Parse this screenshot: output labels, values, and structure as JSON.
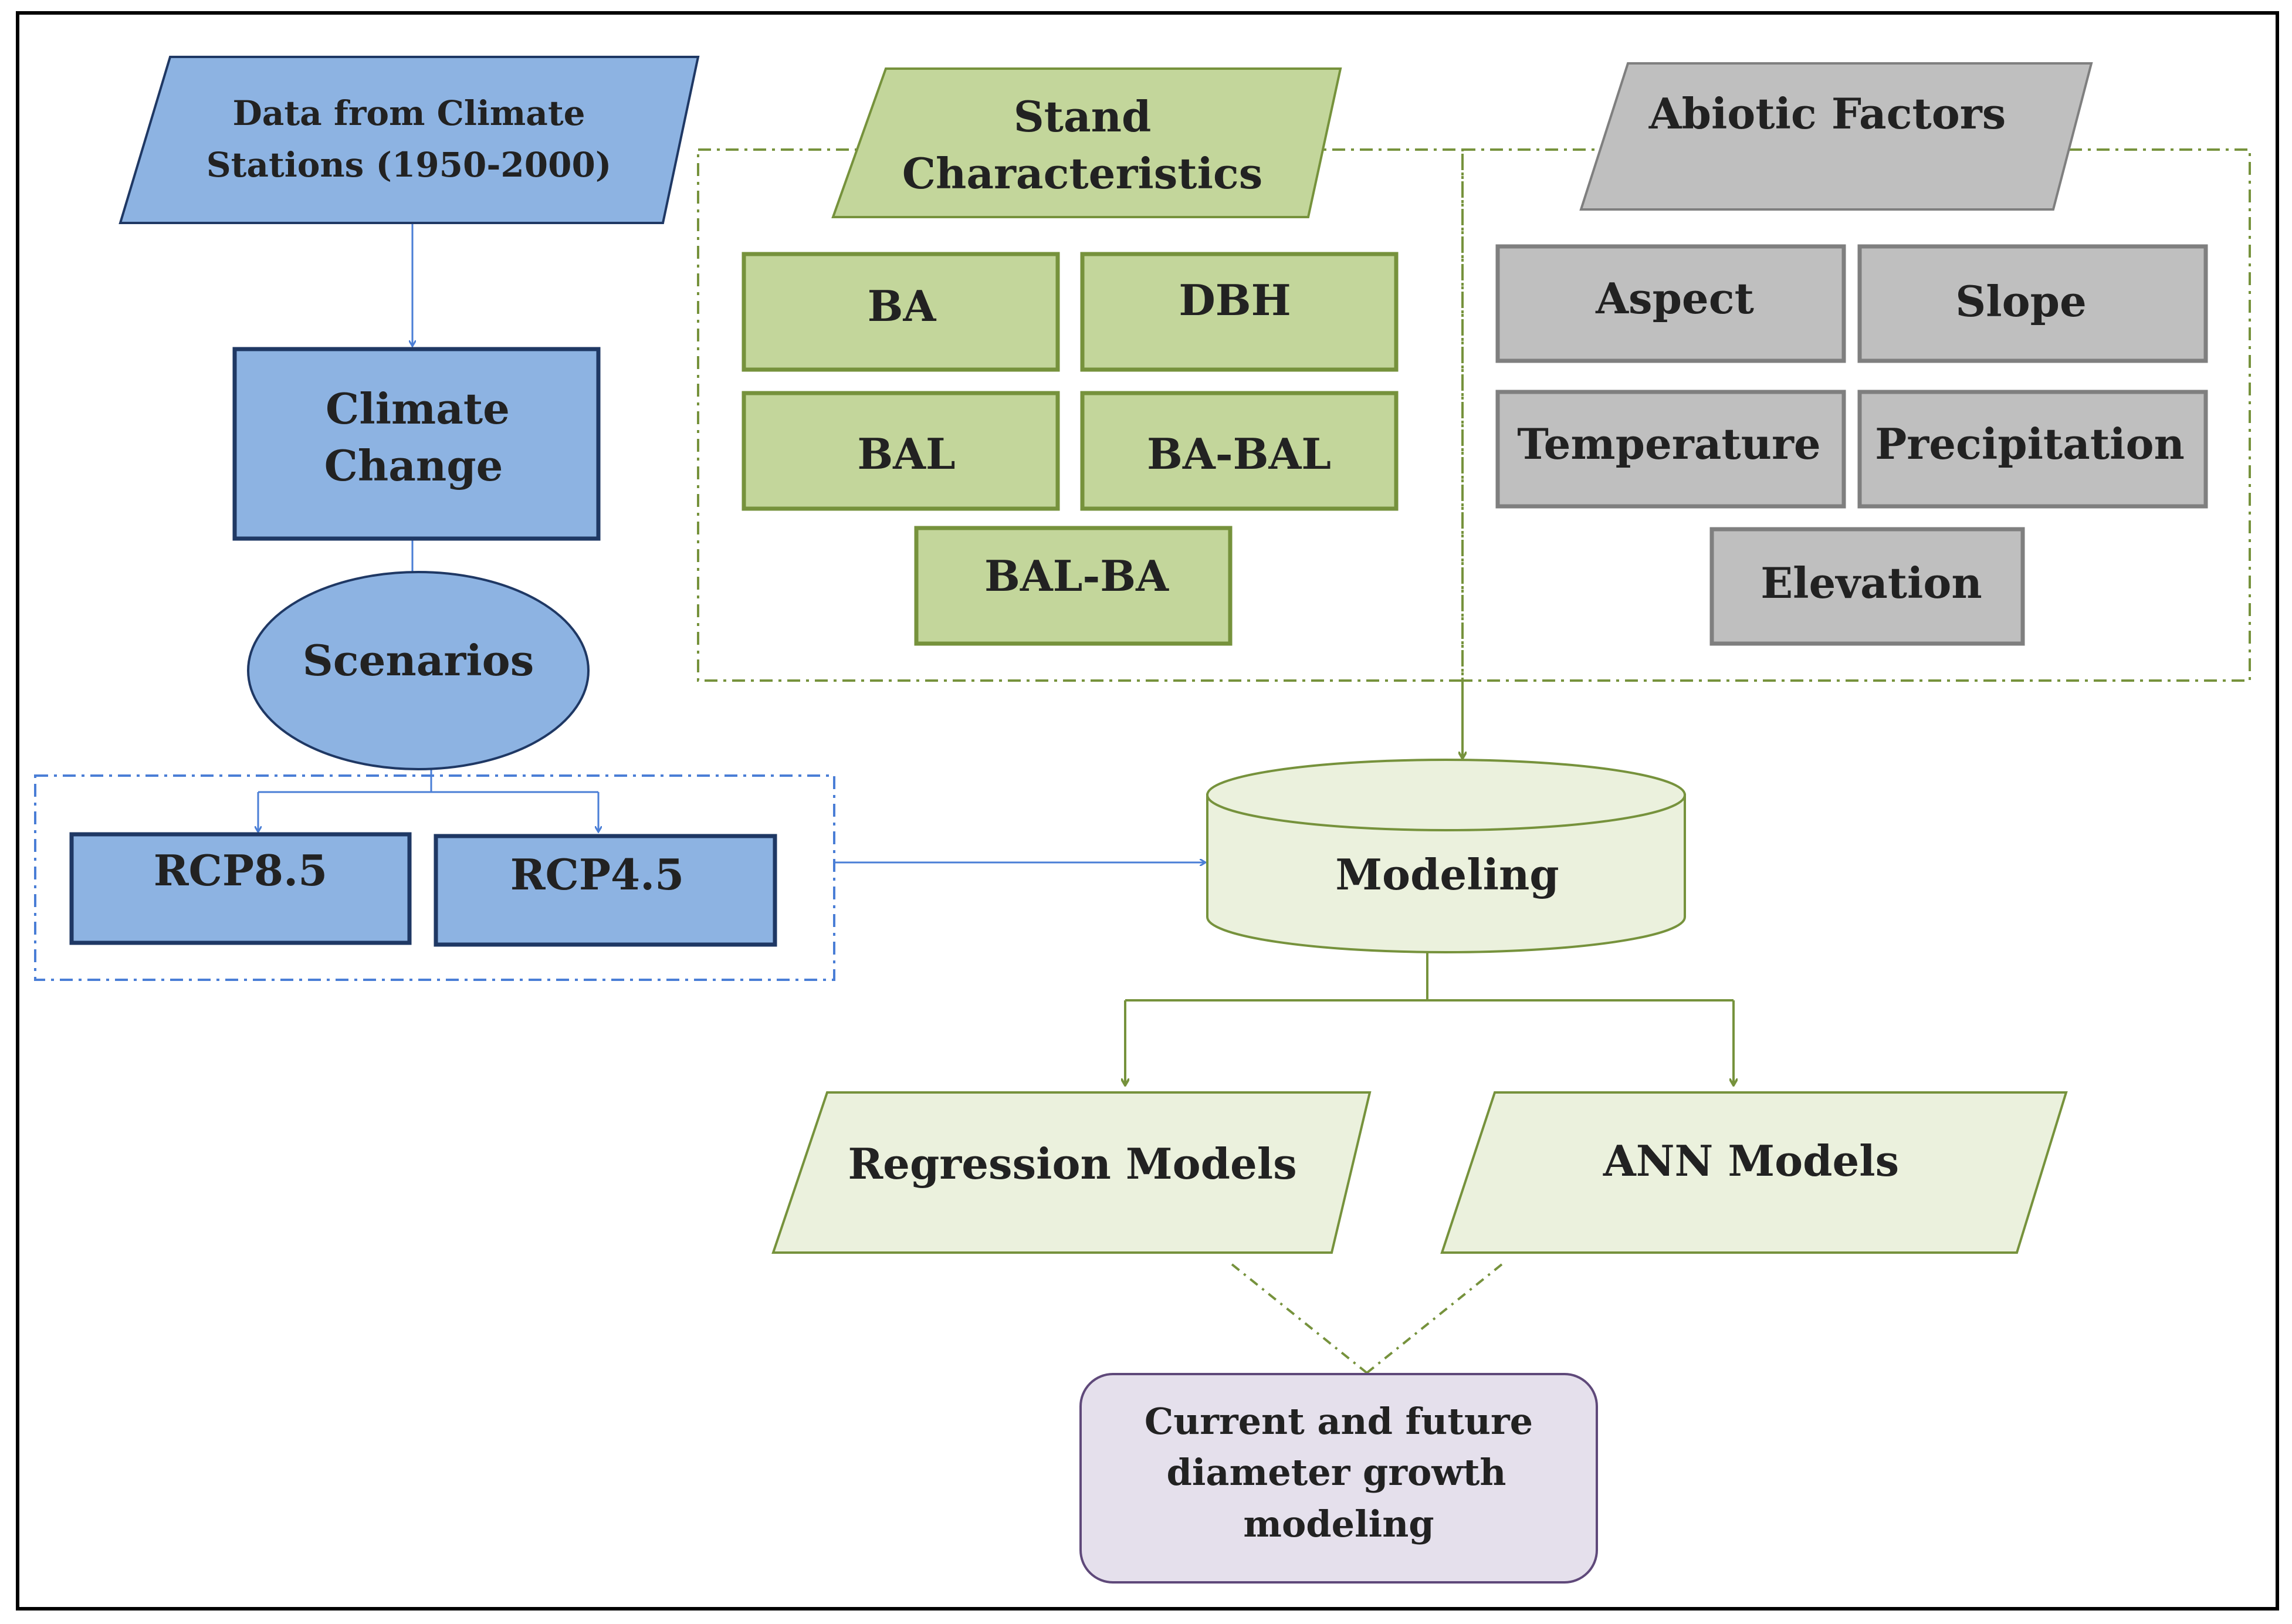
{
  "diagram": {
    "colors": {
      "blue_fill": "#8db3e2",
      "blue_stroke": "#1f3864",
      "blue_arrow": "#4a7ed6",
      "green_fill": "#c3d69b",
      "green_stroke": "#76923c",
      "light_green_fill": "#ebf1dd",
      "gray_fill": "#bfbfbf",
      "gray_stroke": "#7f7f7f",
      "purple_fill": "#e5e0ec",
      "purple_stroke": "#5f497a"
    },
    "climate_data": {
      "line1": "Data from Climate",
      "line2": "Stations (1950-2000)"
    },
    "climate_change": {
      "line1": "Climate",
      "line2": "Change"
    },
    "scenarios": "Scenarios",
    "rcp85": "RCP8.5",
    "rcp45": "RCP4.5",
    "stand": {
      "line1": "Stand",
      "line2": "Characteristics",
      "ba": "BA",
      "dbh": "DBH",
      "bal": "BAL",
      "ba_bal": "BA-BAL",
      "bal_ba": "BAL-BA"
    },
    "abiotic": {
      "title": "Abiotic Factors",
      "aspect": "Aspect",
      "slope": "Slope",
      "temperature": "Temperature",
      "precipitation": "Precipitation",
      "elevation": "Elevation"
    },
    "modeling": "Modeling",
    "regression": "Regression  Models",
    "ann": "ANN Models",
    "outcome": {
      "line1": "Current and future",
      "line2": "diameter growth",
      "line3": "modeling"
    }
  }
}
